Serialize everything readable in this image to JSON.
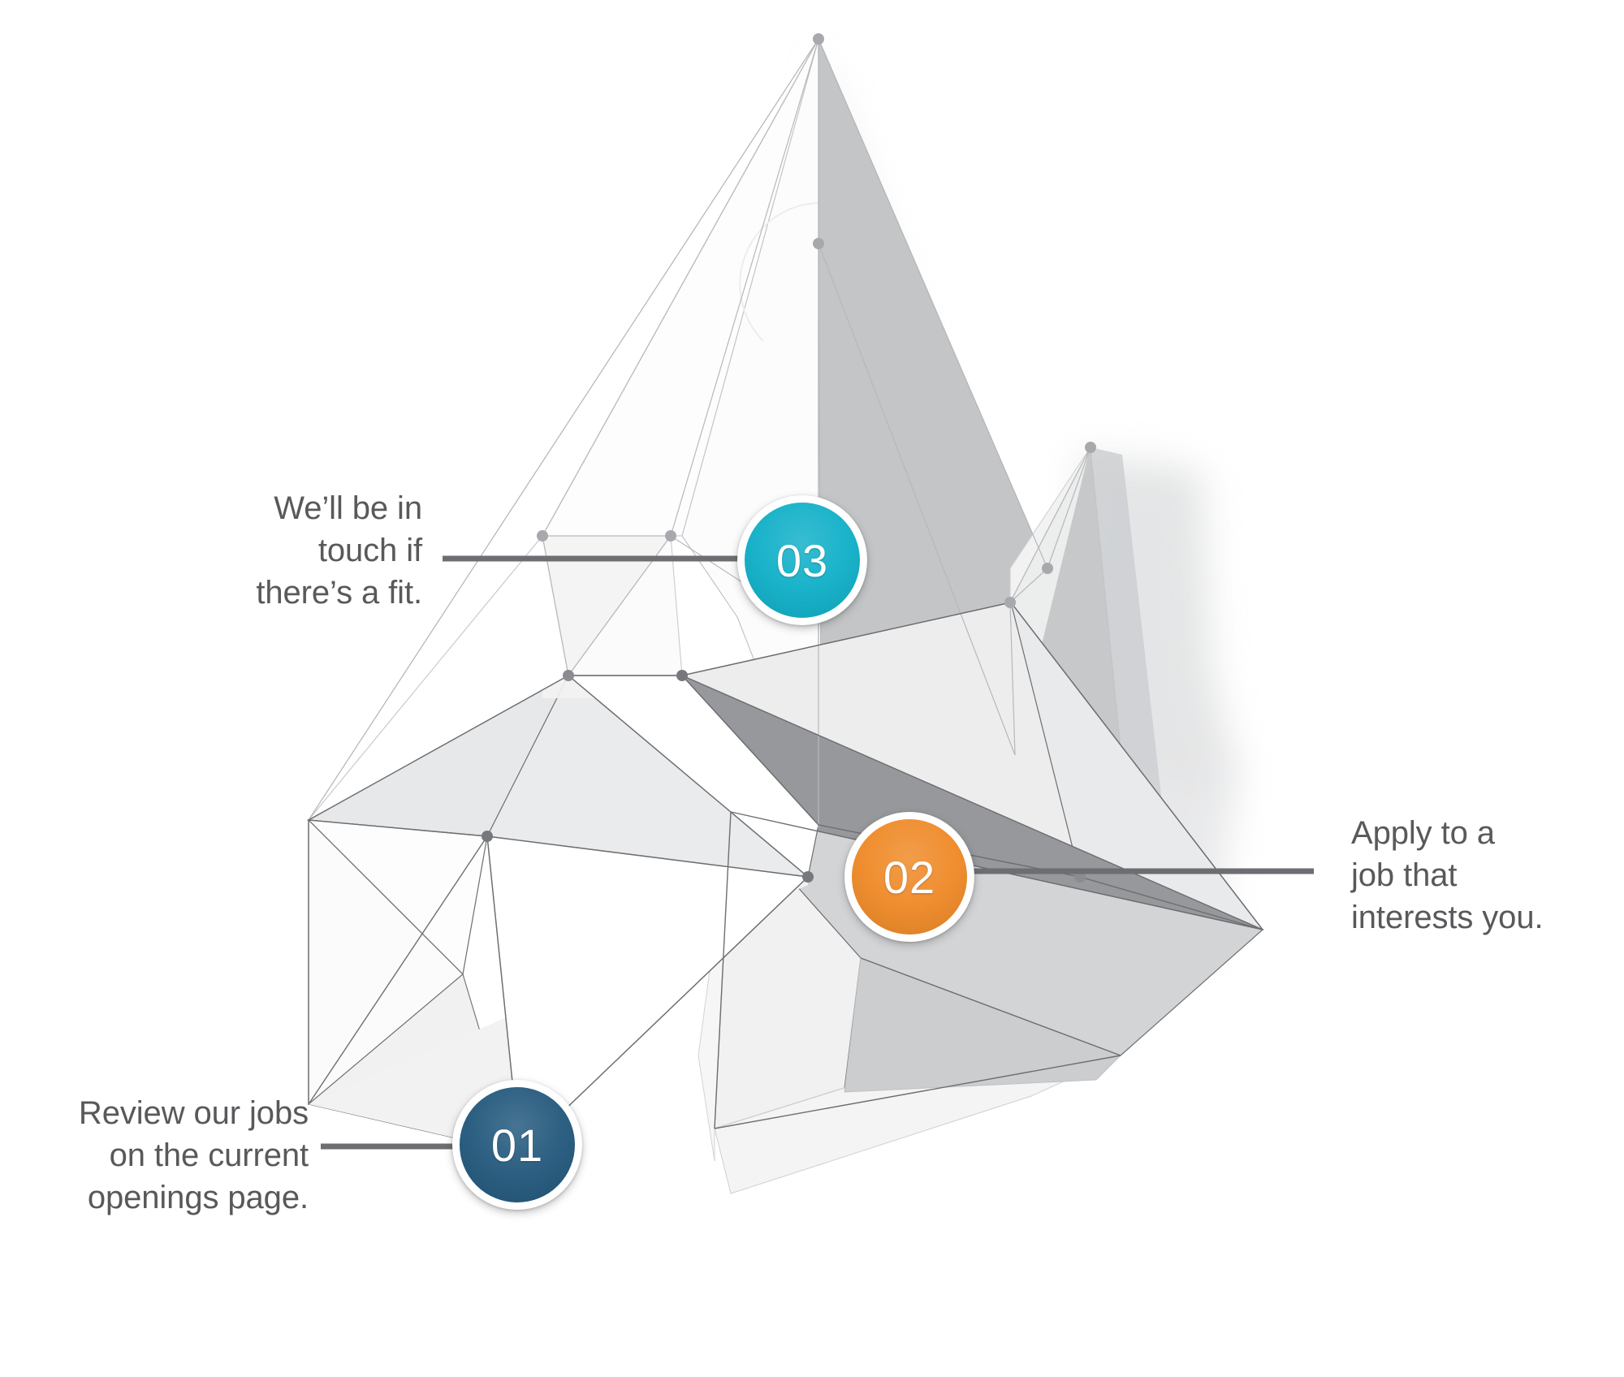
{
  "graphic": {
    "name": "origami-paper-airplane-polygon-illustration",
    "colors": {
      "background": "#ffffff",
      "text": "#58595b",
      "connector_line": "#6d6e71",
      "facet_outline": "#6d6e71",
      "facet_outline_light": "#b7b8ba",
      "vertex_dot": "#a7a9ac",
      "facet_light": "#f4f4f4",
      "facet_mid": "#e3e4e5",
      "facet_dark": "#bcbec0",
      "facet_darkest": "#939598",
      "shadow": "#d9dadb"
    }
  },
  "steps": [
    {
      "id": "01",
      "number": "01",
      "color": "#24597d",
      "ring_color": "#ffffff",
      "caption": "Review our jobs\non the current\nopenings page.",
      "caption_align": "right"
    },
    {
      "id": "02",
      "number": "02",
      "color": "#ef8a28",
      "ring_color": "#ffffff",
      "caption": "Apply to a\njob that\ninterests you.",
      "caption_align": "left"
    },
    {
      "id": "03",
      "number": "03",
      "color": "#11b0c8",
      "ring_color": "#ffffff",
      "caption": "We’ll be in\ntouch if\nthere’s a fit.",
      "caption_align": "right"
    }
  ]
}
